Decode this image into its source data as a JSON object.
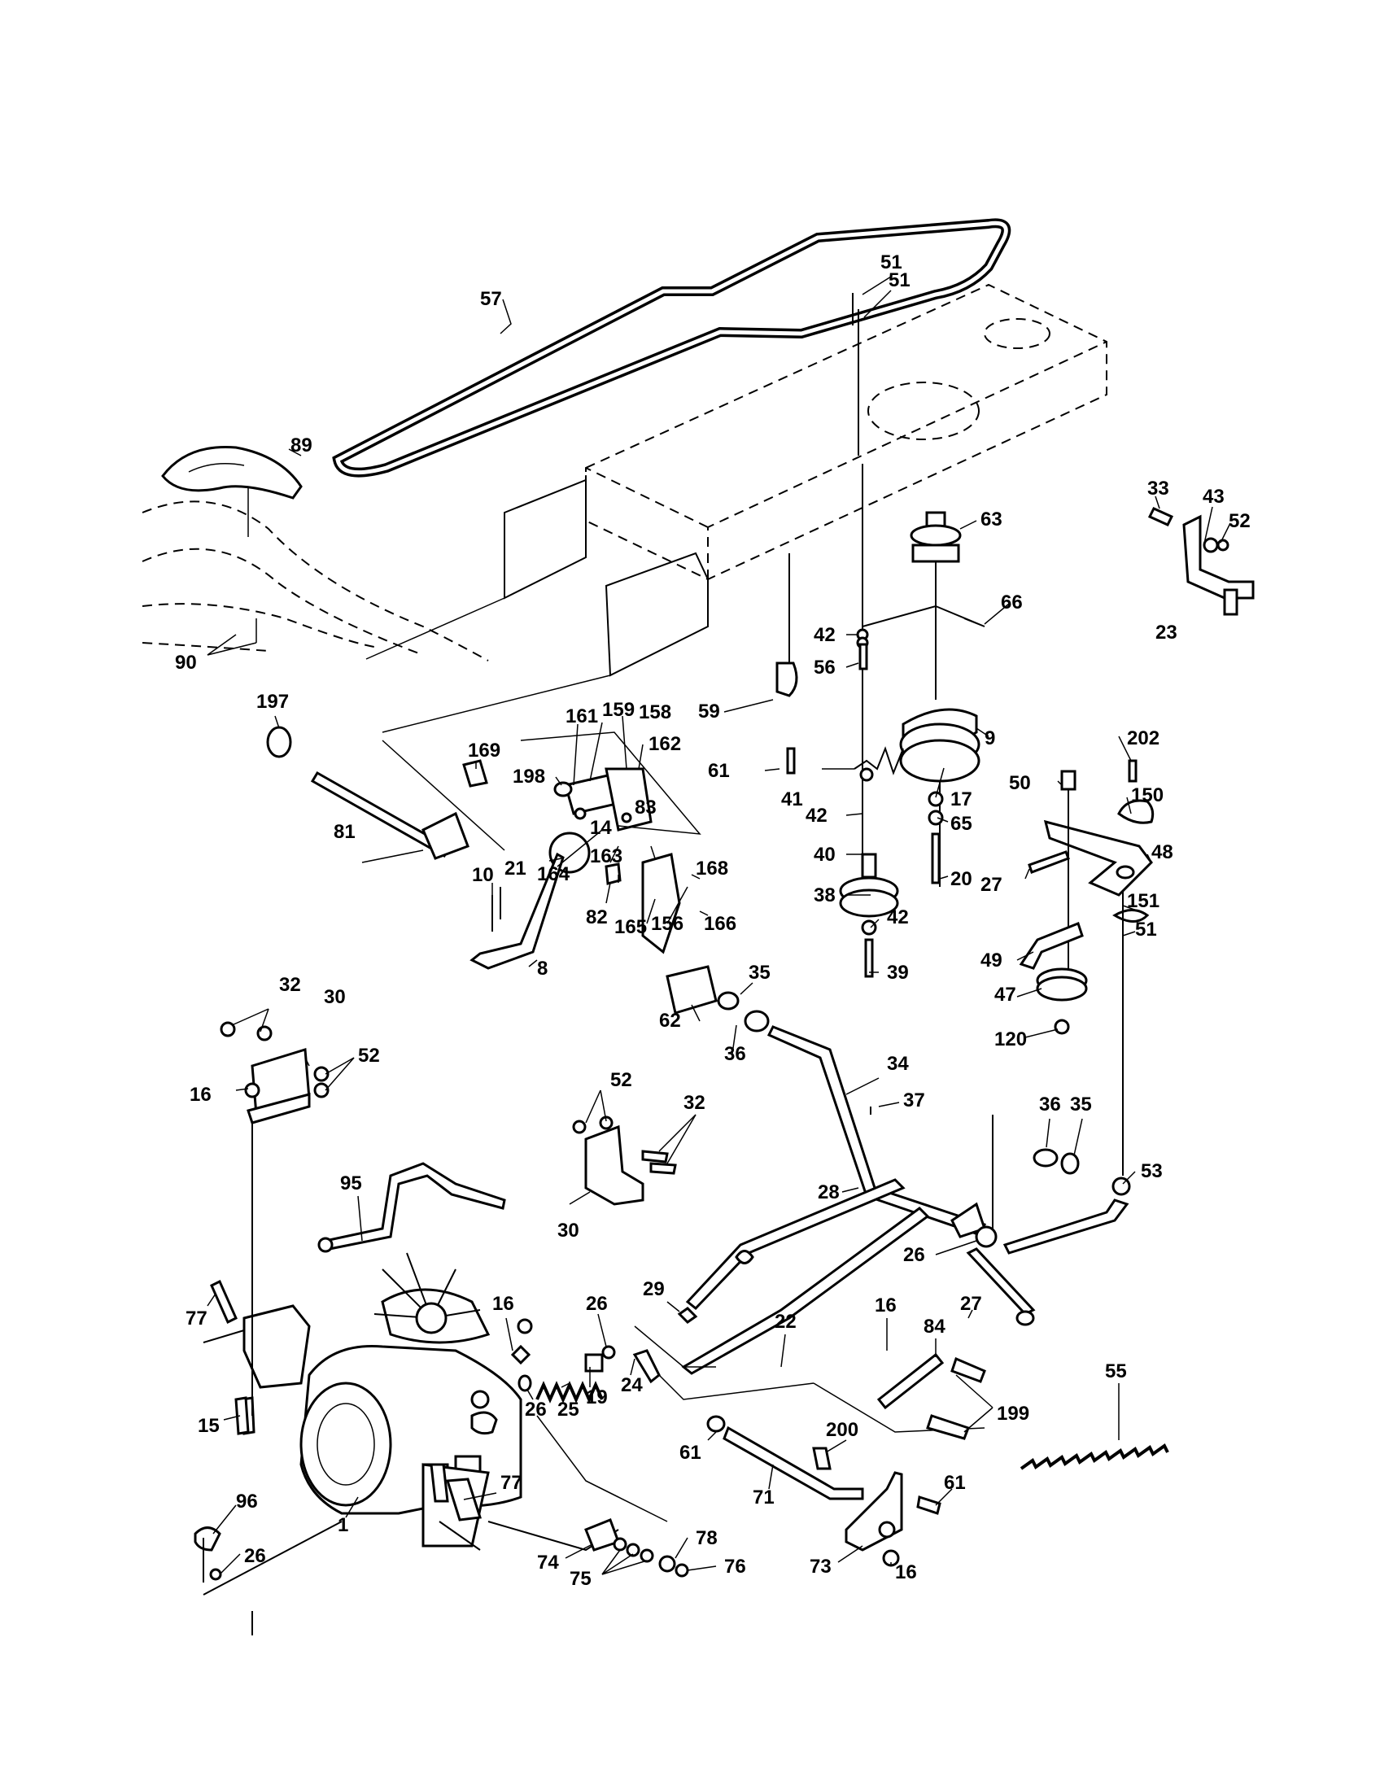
{
  "callouts": [
    {
      "id": "c57",
      "text": "57"
    },
    {
      "id": "c51a",
      "text": "51"
    },
    {
      "id": "c51b",
      "text": "51"
    },
    {
      "id": "c89",
      "text": "89"
    },
    {
      "id": "c33",
      "text": "33"
    },
    {
      "id": "c43",
      "text": "43"
    },
    {
      "id": "c52a",
      "text": "52"
    },
    {
      "id": "c63",
      "text": "63"
    },
    {
      "id": "c23",
      "text": "23"
    },
    {
      "id": "c66",
      "text": "66"
    },
    {
      "id": "c90",
      "text": "90"
    },
    {
      "id": "c42a",
      "text": "42"
    },
    {
      "id": "c56",
      "text": "56"
    },
    {
      "id": "c197",
      "text": "197"
    },
    {
      "id": "c161",
      "text": "161"
    },
    {
      "id": "c159",
      "text": "159"
    },
    {
      "id": "c158",
      "text": "158"
    },
    {
      "id": "c59",
      "text": "59"
    },
    {
      "id": "c9",
      "text": "9"
    },
    {
      "id": "c202",
      "text": "202"
    },
    {
      "id": "c169",
      "text": "169"
    },
    {
      "id": "c198",
      "text": "198"
    },
    {
      "id": "c162",
      "text": "162"
    },
    {
      "id": "c61a",
      "text": "61"
    },
    {
      "id": "c41",
      "text": "41"
    },
    {
      "id": "c50",
      "text": "50"
    },
    {
      "id": "c150",
      "text": "150"
    },
    {
      "id": "c17",
      "text": "17"
    },
    {
      "id": "c42b",
      "text": "42"
    },
    {
      "id": "c65",
      "text": "65"
    },
    {
      "id": "c14",
      "text": "14"
    },
    {
      "id": "c83",
      "text": "83"
    },
    {
      "id": "c81",
      "text": "81"
    },
    {
      "id": "c164",
      "text": "164"
    },
    {
      "id": "c48",
      "text": "48"
    },
    {
      "id": "c163",
      "text": "163"
    },
    {
      "id": "c40",
      "text": "40"
    },
    {
      "id": "c20",
      "text": "20"
    },
    {
      "id": "c21",
      "text": "21"
    },
    {
      "id": "c168",
      "text": "168"
    },
    {
      "id": "c38",
      "text": "38"
    },
    {
      "id": "c27a",
      "text": "27"
    },
    {
      "id": "c151",
      "text": "151"
    },
    {
      "id": "c10",
      "text": "10"
    },
    {
      "id": "c82",
      "text": "82"
    },
    {
      "id": "c165",
      "text": "165"
    },
    {
      "id": "c156",
      "text": "156"
    },
    {
      "id": "c166",
      "text": "166"
    },
    {
      "id": "c42c",
      "text": "42"
    },
    {
      "id": "c51c",
      "text": "51"
    },
    {
      "id": "c8",
      "text": "8"
    },
    {
      "id": "c49",
      "text": "49"
    },
    {
      "id": "c39",
      "text": "39"
    },
    {
      "id": "c35a",
      "text": "35"
    },
    {
      "id": "c32a",
      "text": "32"
    },
    {
      "id": "c47",
      "text": "47"
    },
    {
      "id": "c30a",
      "text": "30"
    },
    {
      "id": "c62",
      "text": "62"
    },
    {
      "id": "c36a",
      "text": "36"
    },
    {
      "id": "c120",
      "text": "120"
    },
    {
      "id": "c52b",
      "text": "52"
    },
    {
      "id": "c34",
      "text": "34"
    },
    {
      "id": "c16a",
      "text": "16"
    },
    {
      "id": "c52c",
      "text": "52"
    },
    {
      "id": "c37",
      "text": "37"
    },
    {
      "id": "c32b",
      "text": "32"
    },
    {
      "id": "c36b",
      "text": "36"
    },
    {
      "id": "c35b",
      "text": "35"
    },
    {
      "id": "c95",
      "text": "95"
    },
    {
      "id": "c53",
      "text": "53"
    },
    {
      "id": "c28",
      "text": "28"
    },
    {
      "id": "c30b",
      "text": "30"
    },
    {
      "id": "c26a",
      "text": "26"
    },
    {
      "id": "c29",
      "text": "29"
    },
    {
      "id": "c26b",
      "text": "26"
    },
    {
      "id": "c16b",
      "text": "16"
    },
    {
      "id": "c16c",
      "text": "16"
    },
    {
      "id": "c27b",
      "text": "27"
    },
    {
      "id": "c77a",
      "text": "77"
    },
    {
      "id": "c22",
      "text": "22"
    },
    {
      "id": "c84",
      "text": "84"
    },
    {
      "id": "c24",
      "text": "24"
    },
    {
      "id": "c19",
      "text": "19"
    },
    {
      "id": "c26c",
      "text": "26"
    },
    {
      "id": "c25",
      "text": "25"
    },
    {
      "id": "c55",
      "text": "55"
    },
    {
      "id": "c15",
      "text": "15"
    },
    {
      "id": "c199",
      "text": "199"
    },
    {
      "id": "c200",
      "text": "200"
    },
    {
      "id": "c61b",
      "text": "61"
    },
    {
      "id": "c77b",
      "text": "77"
    },
    {
      "id": "c71",
      "text": "71"
    },
    {
      "id": "c61c",
      "text": "61"
    },
    {
      "id": "c96",
      "text": "96"
    },
    {
      "id": "c1",
      "text": "1"
    },
    {
      "id": "c78",
      "text": "78"
    },
    {
      "id": "c26d",
      "text": "26"
    },
    {
      "id": "c74",
      "text": "74"
    },
    {
      "id": "c76",
      "text": "76"
    },
    {
      "id": "c73",
      "text": "73"
    },
    {
      "id": "c16d",
      "text": "16"
    },
    {
      "id": "c75",
      "text": "75"
    }
  ]
}
